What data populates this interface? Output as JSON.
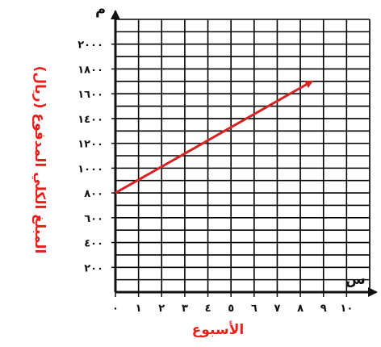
{
  "chart_data": {
    "type": "line",
    "title": "",
    "xlabel": "الأسبوع",
    "ylabel": "المبلغ الكلي المدفوع (ريال)",
    "x_axis_letter": "س",
    "y_axis_letter": "م",
    "x_ticks": [
      "٠",
      "١",
      "٢",
      "٣",
      "٤",
      "٥",
      "٦",
      "٧",
      "٨",
      "٩",
      "١٠"
    ],
    "y_ticks": [
      "٢٠٠",
      "٤٠٠",
      "٦٠٠",
      "٨٠٠",
      "١٠٠٠",
      "١٢٠٠",
      "١٤٠٠",
      "١٦٠٠",
      "١٨٠٠",
      "٢٠٠٠"
    ],
    "xlim": [
      0,
      11
    ],
    "ylim": [
      0,
      2200
    ],
    "grid": true,
    "series": [
      {
        "x": [
          0,
          8.5
        ],
        "y": [
          800,
          1700
        ],
        "color": "#d42424",
        "arrow_end": true
      }
    ],
    "colors": {
      "series": "#d42424",
      "labels": "#e8201c",
      "grid": "#000000"
    }
  }
}
